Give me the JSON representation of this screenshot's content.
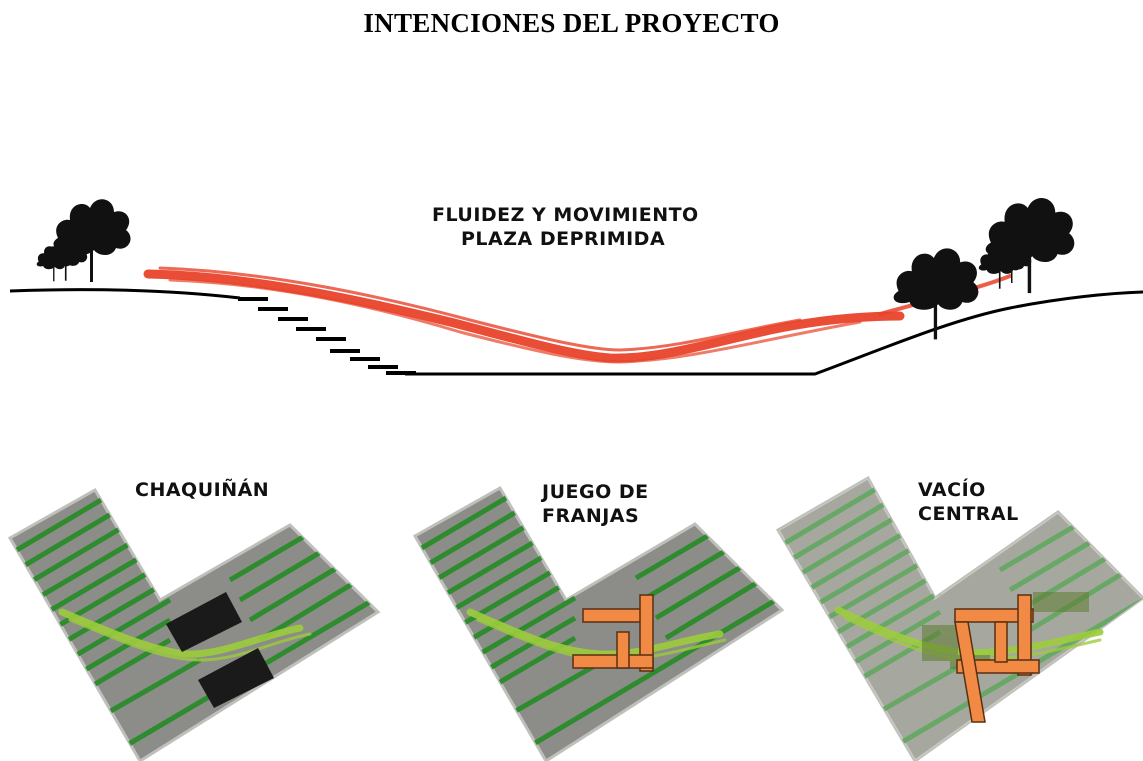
{
  "title": "INTENCIONES DEL PROYECTO",
  "section": {
    "line1": "FLUIDEZ Y MOVIMIENTO",
    "line2": "PLAZA DEPRIMIDA"
  },
  "plans": [
    {
      "line1": "CHAQUIÑÁN",
      "line2": ""
    },
    {
      "line1": "JUEGO DE",
      "line2": "FRANJAS"
    },
    {
      "line1": "VACÍO",
      "line2": "CENTRAL"
    }
  ],
  "colors": {
    "path_red": "#e8432a",
    "block_gray": "#8c8c88",
    "stripe_green": "#2e8b2e",
    "trail_lime": "#9ccc3c",
    "block_black": "#1a1a1a",
    "frame_orange": "#f08a45",
    "tree": "#111111"
  }
}
